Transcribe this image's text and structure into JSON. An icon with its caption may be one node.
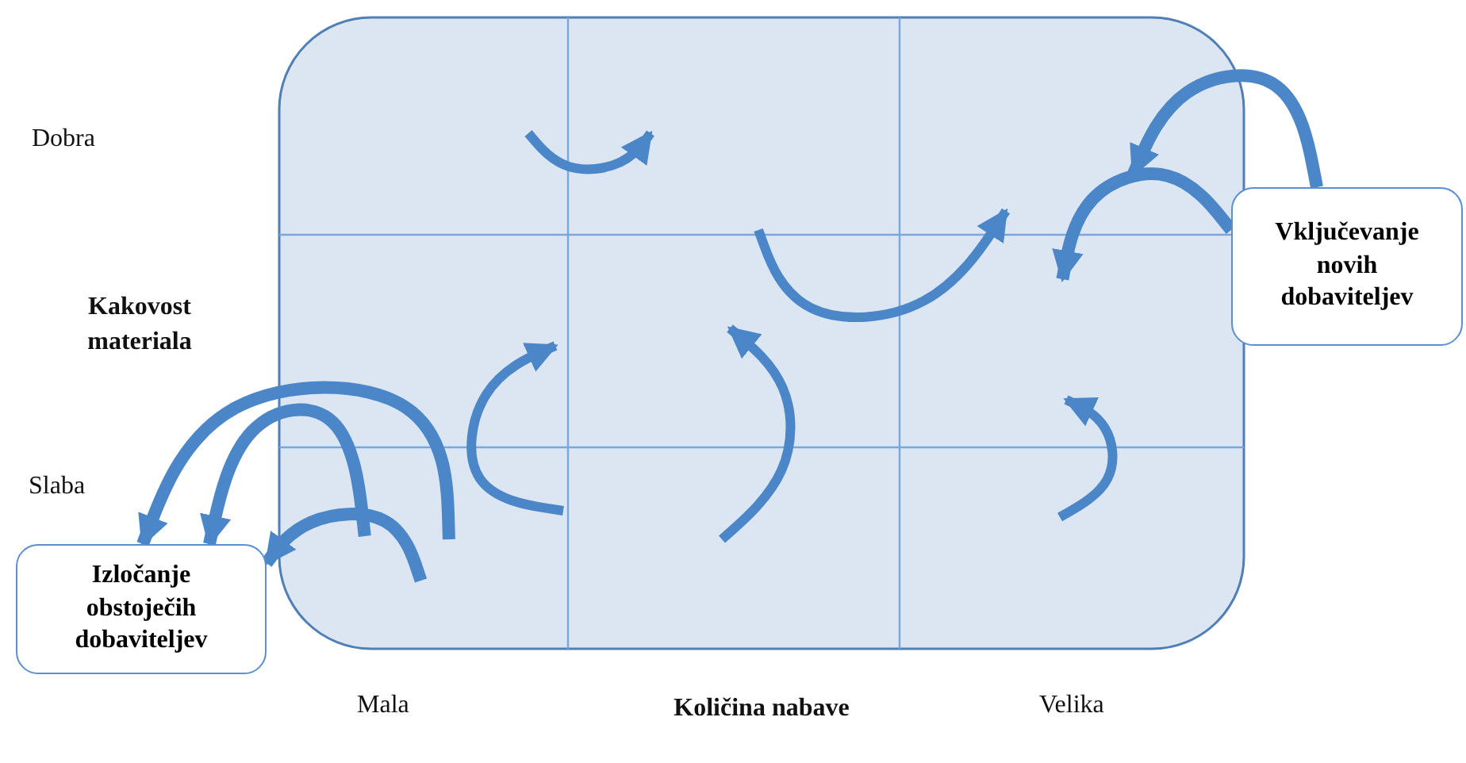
{
  "diagram": {
    "nodes": [
      {
        "text": [],
        "shape": "box"
      },
      {
        "text": [
          "Vključevanje novih dobaviteljev"
        ]
      },
      {
        "text": [
          "Izločanje obstoječih dobaviteljev"
        ]
      }
    ],
    "edges": [
      {
        "from": 1,
        "to": 0,
        "arrow": "to"
      },
      {
        "from": 1,
        "to": 0,
        "arrow": "to"
      },
      {
        "from": 0,
        "to": 2,
        "arrow": "to"
      },
      {
        "from": 0,
        "to": 2,
        "arrow": "to"
      },
      {
        "from": 0,
        "to": 2,
        "arrow": "to"
      }
    ],
    "labels": [
      "Dobra",
      "Kakovost materiala",
      "Slaba",
      "Mala",
      "Količina nabave",
      "Velika"
    ]
  }
}
